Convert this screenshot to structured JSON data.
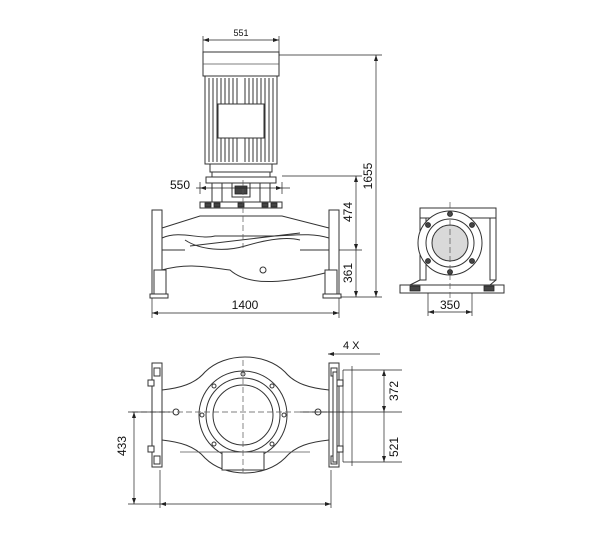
{
  "dimensions": {
    "motor_width": "551",
    "flange_width": "550",
    "overall_height": "1655",
    "upper_height": "474",
    "lower_height": "361",
    "length": "1400",
    "foot_width": "350",
    "holes": "4 X",
    "top_offset": "372",
    "bottom_offset": "521",
    "side_offset": "433"
  }
}
